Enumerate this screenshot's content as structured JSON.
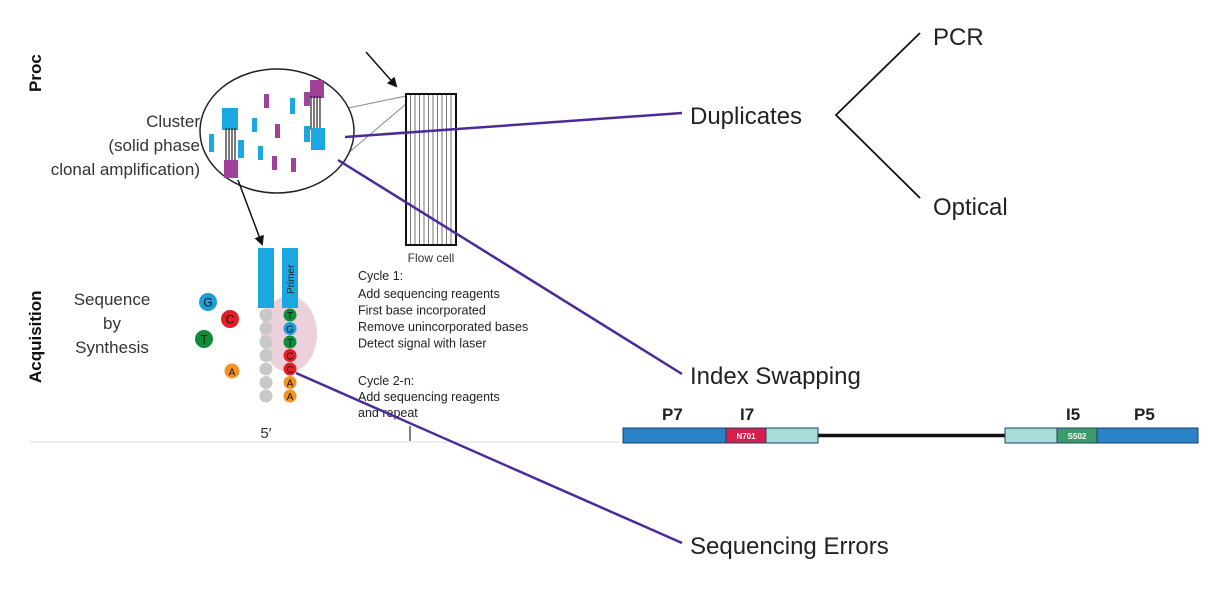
{
  "sidebar": {
    "proc_label": "Proc",
    "acquisition_label": "Acquisition"
  },
  "cluster": {
    "line1": "Cluster",
    "line2": "(solid phase",
    "line3": "clonal amplification)"
  },
  "flow_cell_label": "Flow cell",
  "sbs": {
    "line1": "Sequence",
    "line2": "by",
    "line3": "Synthesis",
    "five_prime": "5′",
    "primer_label": "Primer",
    "free_bases": [
      "G",
      "C",
      "T",
      "A"
    ],
    "strand_bases": [
      "T",
      "G",
      "T",
      "C",
      "C",
      "A",
      "A"
    ]
  },
  "cycle_text": {
    "c1_title": "Cycle 1:",
    "c1_steps": [
      "Add sequencing reagents",
      "First base incorporated",
      "Remove unincorporated bases",
      "Detect signal with laser"
    ],
    "c2_title": "Cycle 2-n:",
    "c2_steps": [
      "Add sequencing reagents",
      "and repeat"
    ]
  },
  "callouts": {
    "duplicates": "Duplicates",
    "pcr": "PCR",
    "optical": "Optical",
    "index_swapping": "Index Swapping",
    "sequencing_errors": "Sequencing Errors"
  },
  "adapter": {
    "p7": "P7",
    "i7": "I7",
    "i5": "I5",
    "p5": "P5",
    "n701": "N701",
    "s502": "S502"
  },
  "colors": {
    "cyan": "#1ba8e0",
    "magenta": "#a0429a",
    "pointer_purple": "#4b2a9a",
    "adapter_blue": "#2a83c6",
    "n701_red": "#d81e4a",
    "s502_green": "#3d9a6b",
    "light_teal": "#a8dcd8",
    "base_G": "#1b9ed8",
    "base_C": "#e31e25",
    "base_T": "#0e8c3a",
    "base_A": "#f39325"
  }
}
